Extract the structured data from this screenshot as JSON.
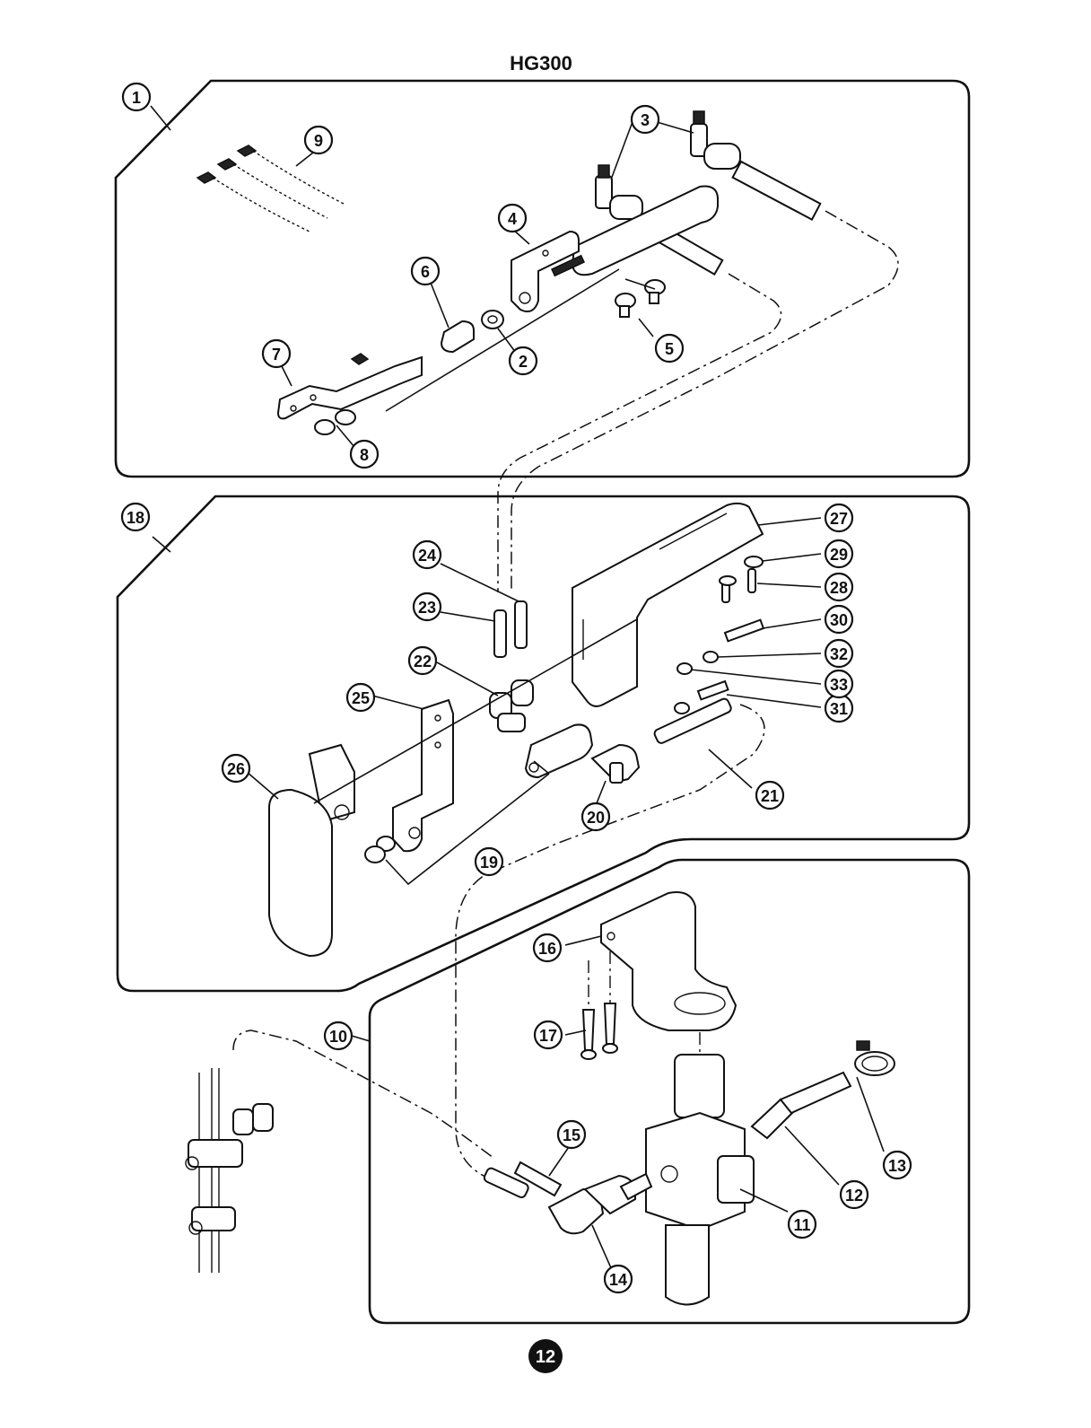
{
  "title": "HG300",
  "page_number": "12",
  "callouts": [
    "1",
    "2",
    "3",
    "4",
    "5",
    "6",
    "7",
    "8",
    "9",
    "10",
    "11",
    "12",
    "13",
    "14",
    "15",
    "16",
    "17",
    "18",
    "19",
    "20",
    "21",
    "22",
    "23",
    "24",
    "25",
    "26",
    "27",
    "28",
    "29",
    "30",
    "31",
    "32",
    "33"
  ]
}
